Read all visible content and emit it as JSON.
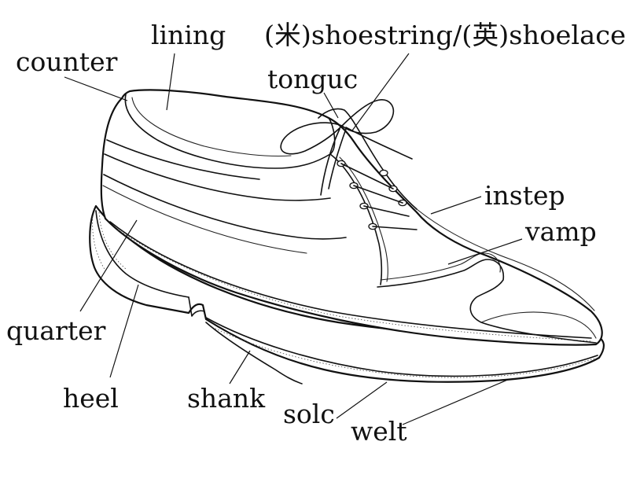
{
  "labels": {
    "lining": "lining",
    "shoestring": "(米)shoestring/(英)shoelace",
    "counter": "counter",
    "tongue": "tonguc",
    "instep": "instep",
    "vamp": "vamp",
    "quarter": "quarter",
    "heel": "heel",
    "shank": "shank",
    "sole": "solc",
    "welt": "welt"
  }
}
